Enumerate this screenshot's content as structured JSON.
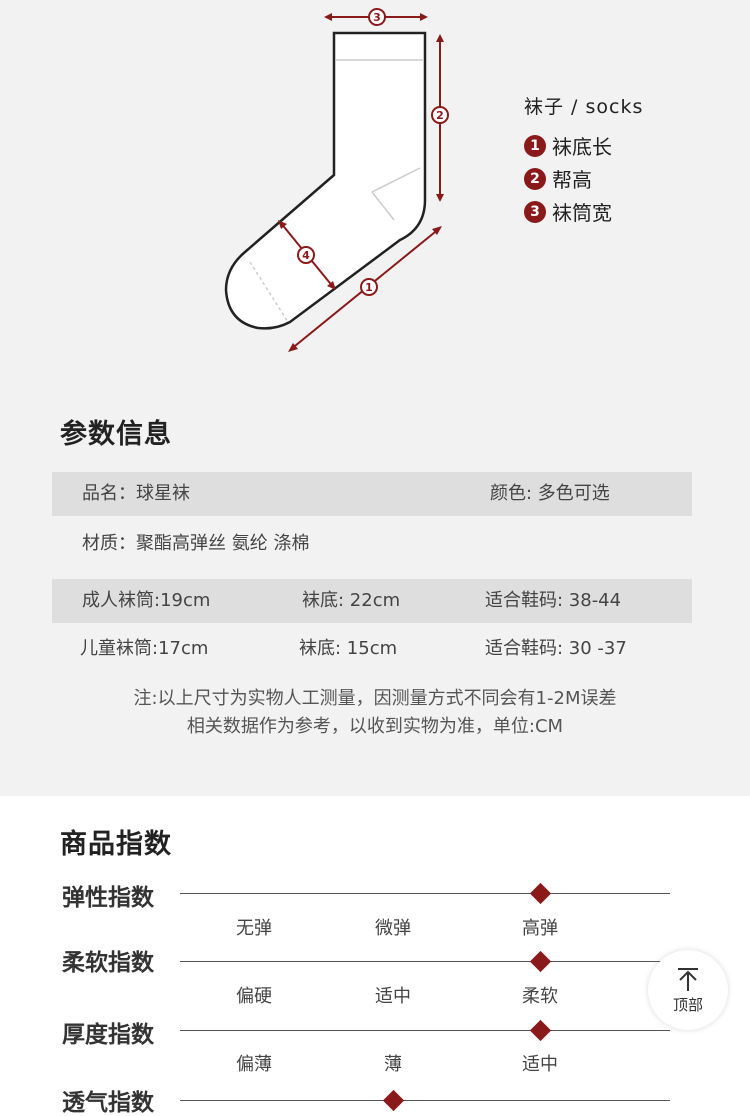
{
  "sock_diagram": {
    "marker_labels": [
      "3",
      "2",
      "4",
      "1"
    ]
  },
  "legend": {
    "title": "袜子 / socks",
    "items": [
      {
        "num": "1",
        "text": "袜底长"
      },
      {
        "num": "2",
        "text": "帮高"
      },
      {
        "num": "3",
        "text": "袜筒宽"
      }
    ]
  },
  "params": {
    "title": "参数信息",
    "rows": [
      {
        "shaded": true,
        "cells": [
          "品名：球星袜",
          "颜色: 多色可选"
        ]
      },
      {
        "shaded": false,
        "cells": [
          "材质：聚酯高弹丝 氨纶 涤棉"
        ]
      },
      {
        "shaded": true,
        "cells": [
          "成人袜筒:19cm",
          "袜底: 22cm",
          "适合鞋码: 38-44"
        ]
      },
      {
        "shaded": false,
        "cells": [
          "儿童袜筒:17cm",
          "袜底: 15cm",
          "适合鞋码: 30 -37"
        ]
      }
    ],
    "note_lines": [
      "注:以上尺寸为实物人工测量，因测量方式不同会有1-2M误差",
      "相关数据作为参考，以收到实物为准，单位:CM"
    ]
  },
  "indices": {
    "title": "商品指数",
    "items": [
      {
        "label": "弹性指数",
        "level": 3,
        "ticks": [
          "无弹",
          "微弹",
          "高弹"
        ]
      },
      {
        "label": "柔软指数",
        "level": 3,
        "ticks": [
          "偏硬",
          "适中",
          "柔软"
        ]
      },
      {
        "label": "厚度指数",
        "level": 3,
        "ticks": [
          "偏薄",
          "薄",
          "适中"
        ]
      },
      {
        "label": "透气指数",
        "level": 2,
        "ticks": []
      }
    ]
  },
  "top_button": {
    "label": "顶部"
  },
  "colors": {
    "accent": "#8a1a1a",
    "panel": "#f2f2f2",
    "row_shade": "#dedede"
  }
}
